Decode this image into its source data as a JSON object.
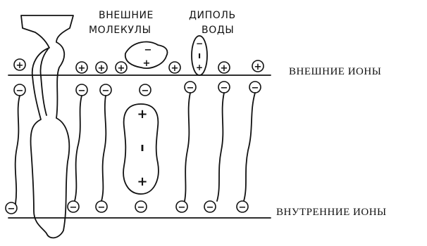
{
  "labels": {
    "external_molecules_line1": "ВНЕШНИЕ",
    "external_molecules_line2": "МОЛЕКУЛЫ",
    "water_dipole_line1": "ДИПОЛЬ",
    "water_dipole_line2": "ВОДЫ",
    "external_ions": "ВНЕШНИЕ ИОНЫ",
    "internal_ions": "ВНУТРЕННИЕ ИОНЫ"
  },
  "signs": {
    "plus": "+",
    "minus": "−",
    "dipole_center": "ı"
  }
}
